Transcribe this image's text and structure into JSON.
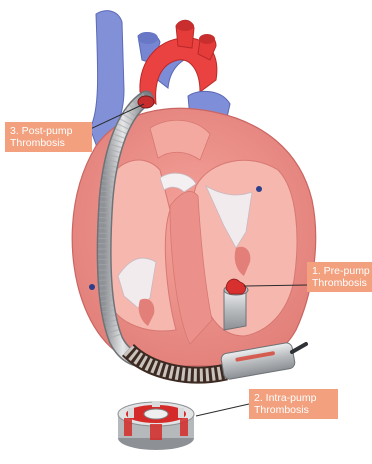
{
  "labels": {
    "post_pump": {
      "line1": "3. Post-pump",
      "line2": "Thrombosis"
    },
    "pre_pump": {
      "line1": "1. Pre-pump",
      "line2": "Thrombosis"
    },
    "intra_pump": {
      "line1": "2. Intra-pump",
      "line2": "Thrombosis"
    }
  },
  "colors": {
    "callout_fill": "#f2a07e",
    "callout_text": "#ffffff",
    "vein_blue": "#7f8fd6",
    "aorta_red": "#e9403f",
    "myocardium": "#f08a86",
    "chamber": "#f7b9b1",
    "outer_wall": "#eb9b94",
    "pump_gray": "#c9cbcd",
    "thrombus": "#d8302f"
  },
  "icons": {
    "heart": "heart-cutaway-illustration",
    "pump_component": "pump-rotor-cross-section-icon"
  }
}
